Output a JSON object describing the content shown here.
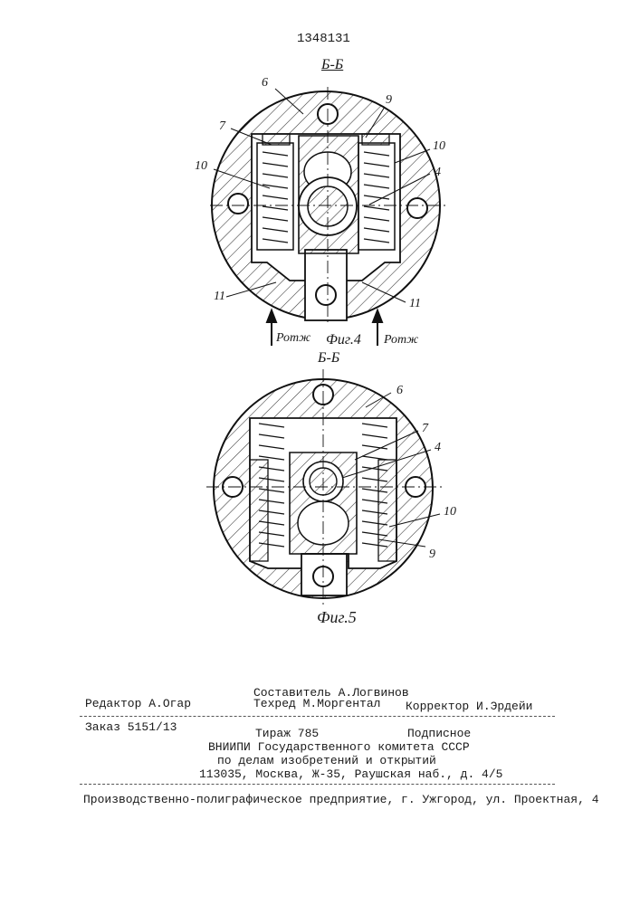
{
  "patent_number": "1348131",
  "figure4": {
    "section": "Б-Б",
    "caption": "Фиг.4",
    "force_label_left": "Ротж",
    "force_label_right": "Ротж",
    "labels": {
      "l6": "6",
      "l9": "9",
      "l7": "7",
      "l10a": "10",
      "l10b": "10",
      "l4": "4",
      "l11a": "11",
      "l11b": "11"
    }
  },
  "figure5": {
    "section": "Б-Б",
    "caption": "Фиг.5",
    "labels": {
      "l6": "6",
      "l7": "7",
      "l4": "4",
      "l10": "10",
      "l9": "9"
    }
  },
  "colophon": {
    "editor": "Редактор А.Огар",
    "compiler": "Составитель А.Логвинов",
    "techred": "Техред М.Моргентал",
    "corrector": "Корректор И.Эрдейи",
    "order": "Заказ 5151/13",
    "circulation": "Тираж 785",
    "subscription": "Подписное",
    "institute": "ВНИИПИ Государственного комитета СССР",
    "institute_line2": "по делам изобретений и открытий",
    "address": "113035, Москва, Ж-35, Раушская наб., д. 4/5",
    "printer": "Производственно-полиграфическое предприятие, г. Ужгород, ул. Проектная, 4"
  }
}
